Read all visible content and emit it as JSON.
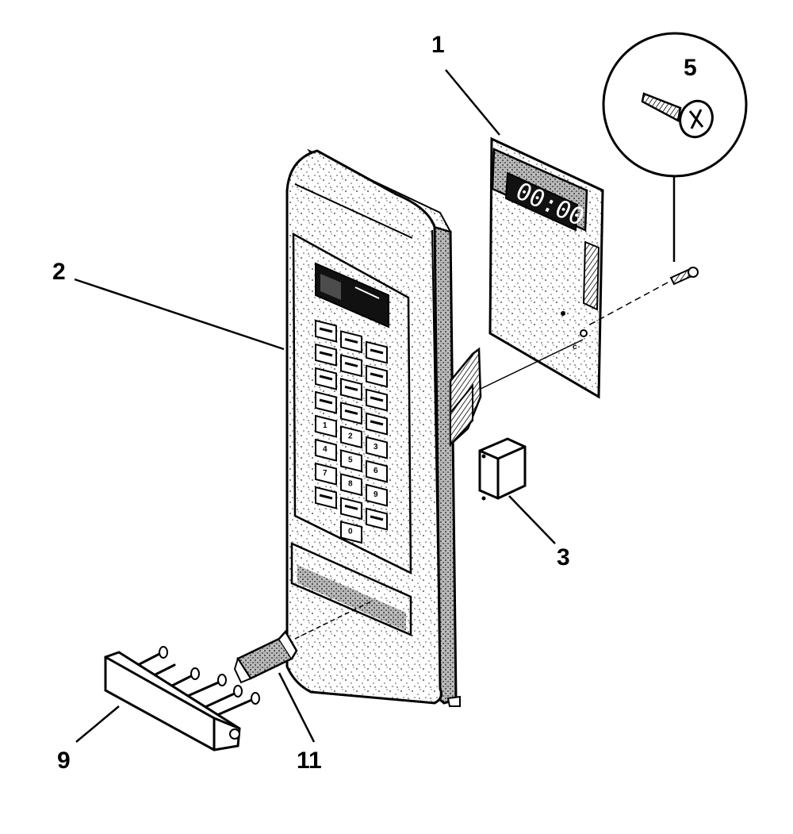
{
  "callouts": {
    "part_1": "1",
    "part_2": "2",
    "part_3": "3",
    "part_5": "5",
    "part_9": "9",
    "part_11": "11"
  },
  "control_board": {
    "display_digits": "00:00"
  },
  "keypad": {
    "number_keys": [
      "1",
      "2",
      "3",
      "4",
      "5",
      "6",
      "7",
      "8",
      "9",
      "0"
    ]
  }
}
